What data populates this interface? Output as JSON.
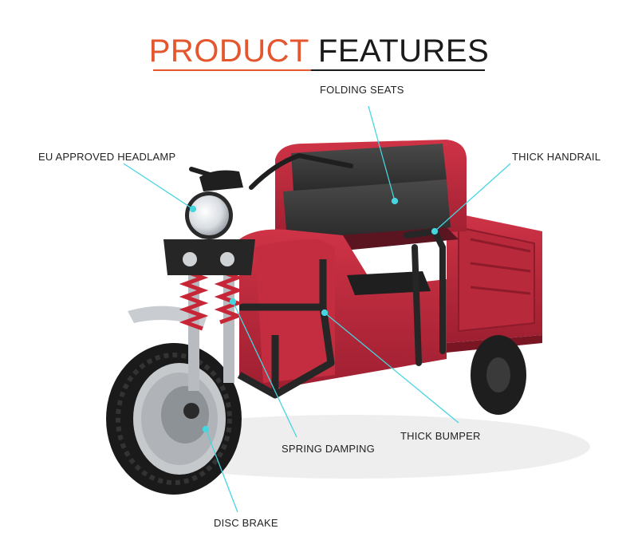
{
  "title": {
    "word1": "PRODUCT",
    "word2": "FEATURES"
  },
  "callouts": {
    "folding_seats": "FOLDING SEATS",
    "headlamp": "EU APPROVED HEADLAMP",
    "handrail": "THICK HANDRAIL",
    "bumper": "THICK BUMPER",
    "spring": "SPRING DAMPING",
    "disc_brake": "DISC BRAKE"
  },
  "colors": {
    "accent": "#e4572e",
    "callout_line": "#45d6e0",
    "body": "#b3283a",
    "frame": "#262626"
  }
}
